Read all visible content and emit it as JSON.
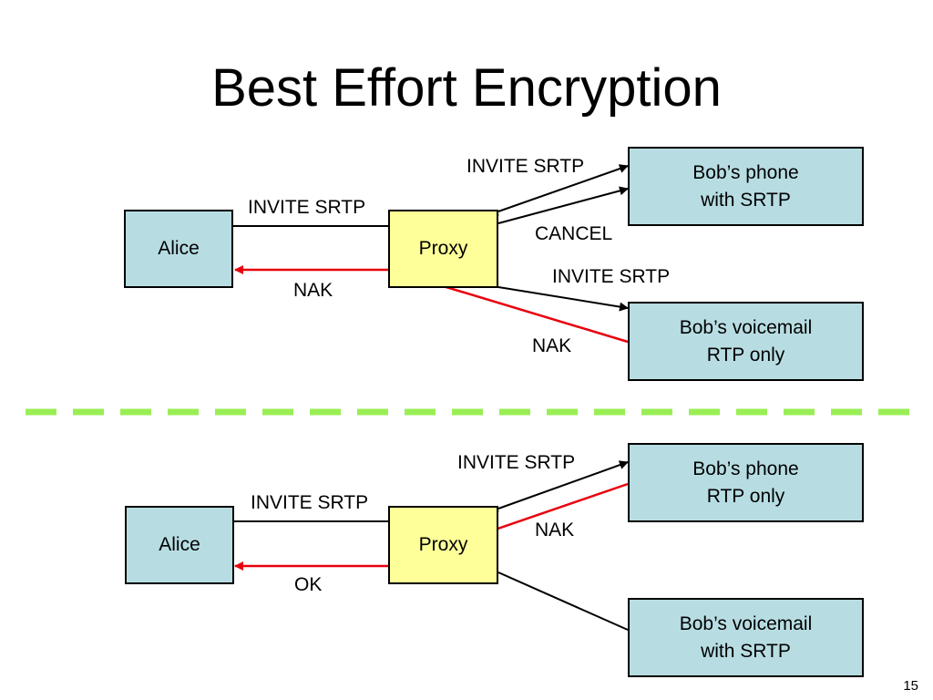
{
  "slide": {
    "title": "Best Effort Encryption",
    "page_number": "15"
  },
  "top": {
    "alice": "Alice",
    "proxy": "Proxy",
    "phone": [
      "Bob’s phone",
      "with SRTP"
    ],
    "voicemail": [
      "Bob’s voicemail",
      "RTP only"
    ],
    "labels": {
      "invite_alice_proxy": "INVITE SRTP",
      "invite_proxy_phone": "INVITE SRTP",
      "cancel": "CANCEL",
      "invite_proxy_voicemail": "INVITE SRTP",
      "nak_proxy_alice": "NAK",
      "nak_voicemail_proxy": "NAK"
    }
  },
  "bottom": {
    "alice": "Alice",
    "proxy": "Proxy",
    "phone": [
      "Bob’s phone",
      "RTP only"
    ],
    "voicemail": [
      "Bob’s voicemail",
      "with SRTP"
    ],
    "labels": {
      "invite_alice_proxy": "INVITE SRTP",
      "invite_proxy_phone": "INVITE SRTP",
      "nak_phone_proxy": "NAK",
      "ok_proxy_alice": "OK"
    }
  },
  "colors": {
    "box_blue": "#b7dde3",
    "box_yellow": "#ffff99",
    "request_arrow": "#000000",
    "response_arrow": "#e8000d",
    "separator": "#99ee55"
  }
}
